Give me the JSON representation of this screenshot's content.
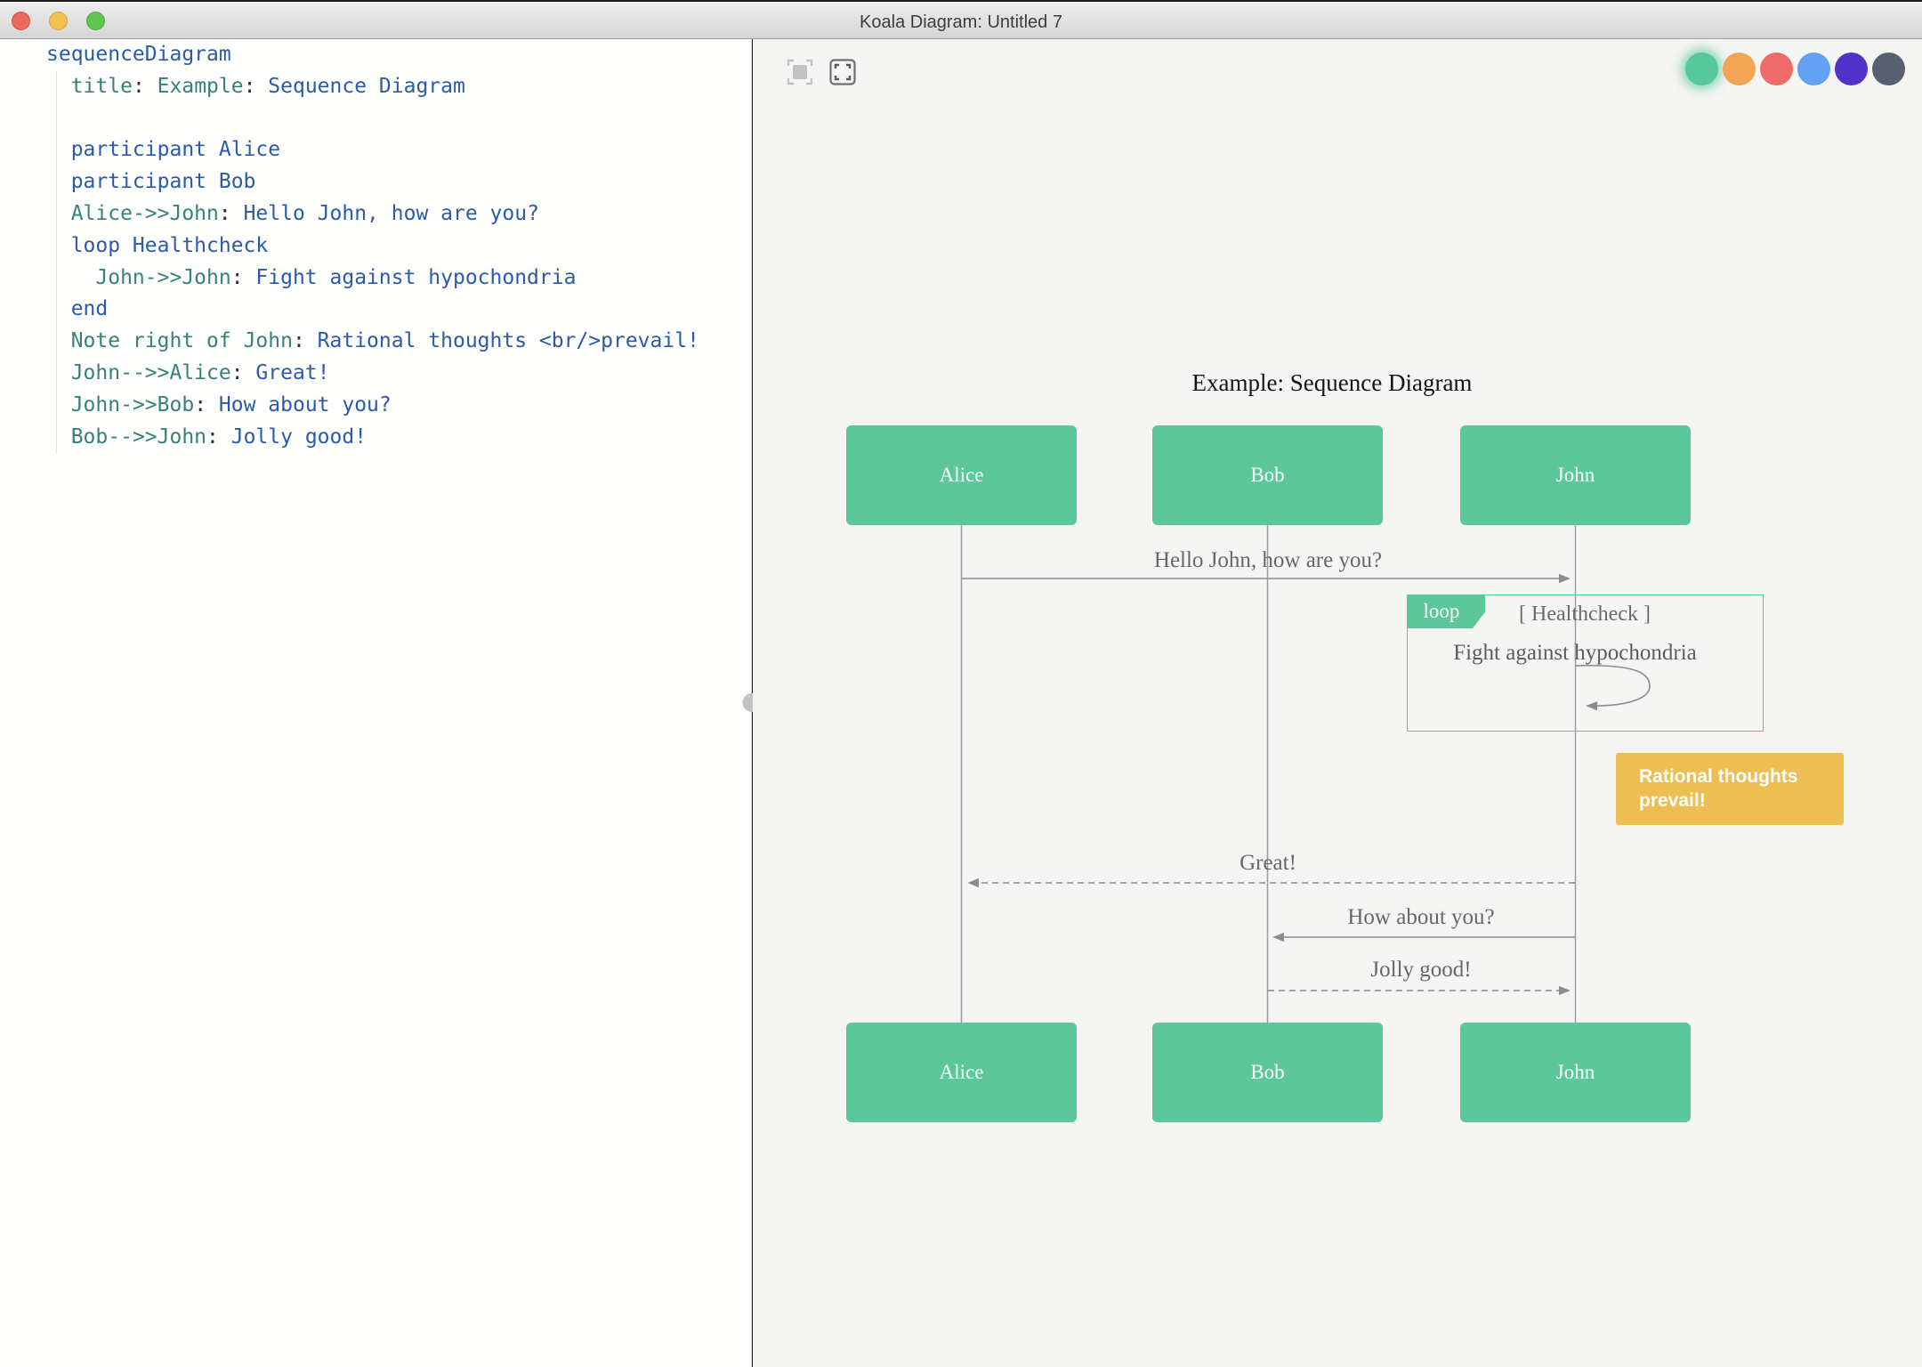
{
  "window": {
    "title": "Koala Diagram: Untitled 7",
    "traffic_lights": [
      {
        "name": "close-button",
        "color": "#ed6a5e",
        "border": "#d05244"
      },
      {
        "name": "minimize-button",
        "color": "#f5bf4f",
        "border": "#d6a243"
      },
      {
        "name": "zoom-button",
        "color": "#62c554",
        "border": "#4ea73f"
      }
    ]
  },
  "editor": {
    "lines": [
      {
        "segments": [
          {
            "text": "sequenceDiagram",
            "color": "blue"
          }
        ]
      },
      {
        "segments": [
          {
            "text": "  ",
            "color": "blue"
          },
          {
            "text": "title",
            "color": "teal"
          },
          {
            "text": ": ",
            "color": "dark"
          },
          {
            "text": "Example",
            "color": "teal"
          },
          {
            "text": ": ",
            "color": "dark"
          },
          {
            "text": "Sequence Diagram",
            "color": "blue"
          }
        ]
      },
      {
        "segments": []
      },
      {
        "segments": [
          {
            "text": "  participant Alice",
            "color": "blue"
          }
        ]
      },
      {
        "segments": [
          {
            "text": "  participant Bob",
            "color": "blue"
          }
        ]
      },
      {
        "segments": [
          {
            "text": "  ",
            "color": "blue"
          },
          {
            "text": "Alice->>John",
            "color": "teal"
          },
          {
            "text": ": ",
            "color": "dark"
          },
          {
            "text": "Hello John, how are you?",
            "color": "blue"
          }
        ]
      },
      {
        "segments": [
          {
            "text": "  loop Healthcheck",
            "color": "blue"
          }
        ]
      },
      {
        "segments": [
          {
            "text": "    ",
            "color": "blue"
          },
          {
            "text": "John->>John",
            "color": "teal"
          },
          {
            "text": ": ",
            "color": "dark"
          },
          {
            "text": "Fight against hypochondria",
            "color": "blue"
          }
        ]
      },
      {
        "segments": [
          {
            "text": "  end",
            "color": "blue"
          }
        ]
      },
      {
        "segments": [
          {
            "text": "  ",
            "color": "blue"
          },
          {
            "text": "Note right of John",
            "color": "teal"
          },
          {
            "text": ": ",
            "color": "dark"
          },
          {
            "text": "Rational thoughts <br/>prevail!",
            "color": "blue"
          }
        ]
      },
      {
        "segments": [
          {
            "text": "  ",
            "color": "blue"
          },
          {
            "text": "John-->>Alice",
            "color": "teal"
          },
          {
            "text": ": ",
            "color": "dark"
          },
          {
            "text": "Great!",
            "color": "blue"
          }
        ]
      },
      {
        "segments": [
          {
            "text": "  ",
            "color": "blue"
          },
          {
            "text": "John->>Bob",
            "color": "teal"
          },
          {
            "text": ": ",
            "color": "dark"
          },
          {
            "text": "How about you?",
            "color": "blue"
          }
        ]
      },
      {
        "segments": [
          {
            "text": "  ",
            "color": "blue"
          },
          {
            "text": "Bob-->>John",
            "color": "teal"
          },
          {
            "text": ": ",
            "color": "dark"
          },
          {
            "text": "Jolly good!",
            "color": "blue"
          }
        ]
      }
    ]
  },
  "canvas": {
    "toolbar": {
      "icons": [
        {
          "name": "fit-to-content-icon"
        },
        {
          "name": "fullscreen-icon"
        }
      ]
    },
    "theme_dots": [
      {
        "name": "theme-green",
        "color": "#57c79c",
        "selected": true
      },
      {
        "name": "theme-orange",
        "color": "#f4a455",
        "selected": false
      },
      {
        "name": "theme-red",
        "color": "#ef6b6b",
        "selected": false
      },
      {
        "name": "theme-blue",
        "color": "#64a0f4",
        "selected": false
      },
      {
        "name": "theme-purple",
        "color": "#5233c8",
        "selected": false
      },
      {
        "name": "theme-slate",
        "color": "#566070",
        "selected": false
      }
    ],
    "diagram": {
      "title": "Example: Sequence Diagram",
      "participants": [
        "Alice",
        "Bob",
        "John"
      ],
      "loop": {
        "label": "loop",
        "condition": "[ Healthcheck ]"
      },
      "self_message": "Fight against hypochondria",
      "note": {
        "line1": "Rational thoughts",
        "line2": "prevail!"
      },
      "messages": {
        "hello": {
          "text": "Hello John, how are you?",
          "from": "Alice",
          "to": "John",
          "style": "solid"
        },
        "great": {
          "text": "Great!",
          "from": "John",
          "to": "Alice",
          "style": "dashed"
        },
        "how": {
          "text": "How about you?",
          "from": "John",
          "to": "Bob",
          "style": "solid"
        },
        "jolly": {
          "text": "Jolly good!",
          "from": "Bob",
          "to": "John",
          "style": "dashed"
        }
      },
      "colors": {
        "participant": "#5bc79a",
        "note": "#edbf52",
        "arrow": "#8c8c8c"
      }
    }
  }
}
